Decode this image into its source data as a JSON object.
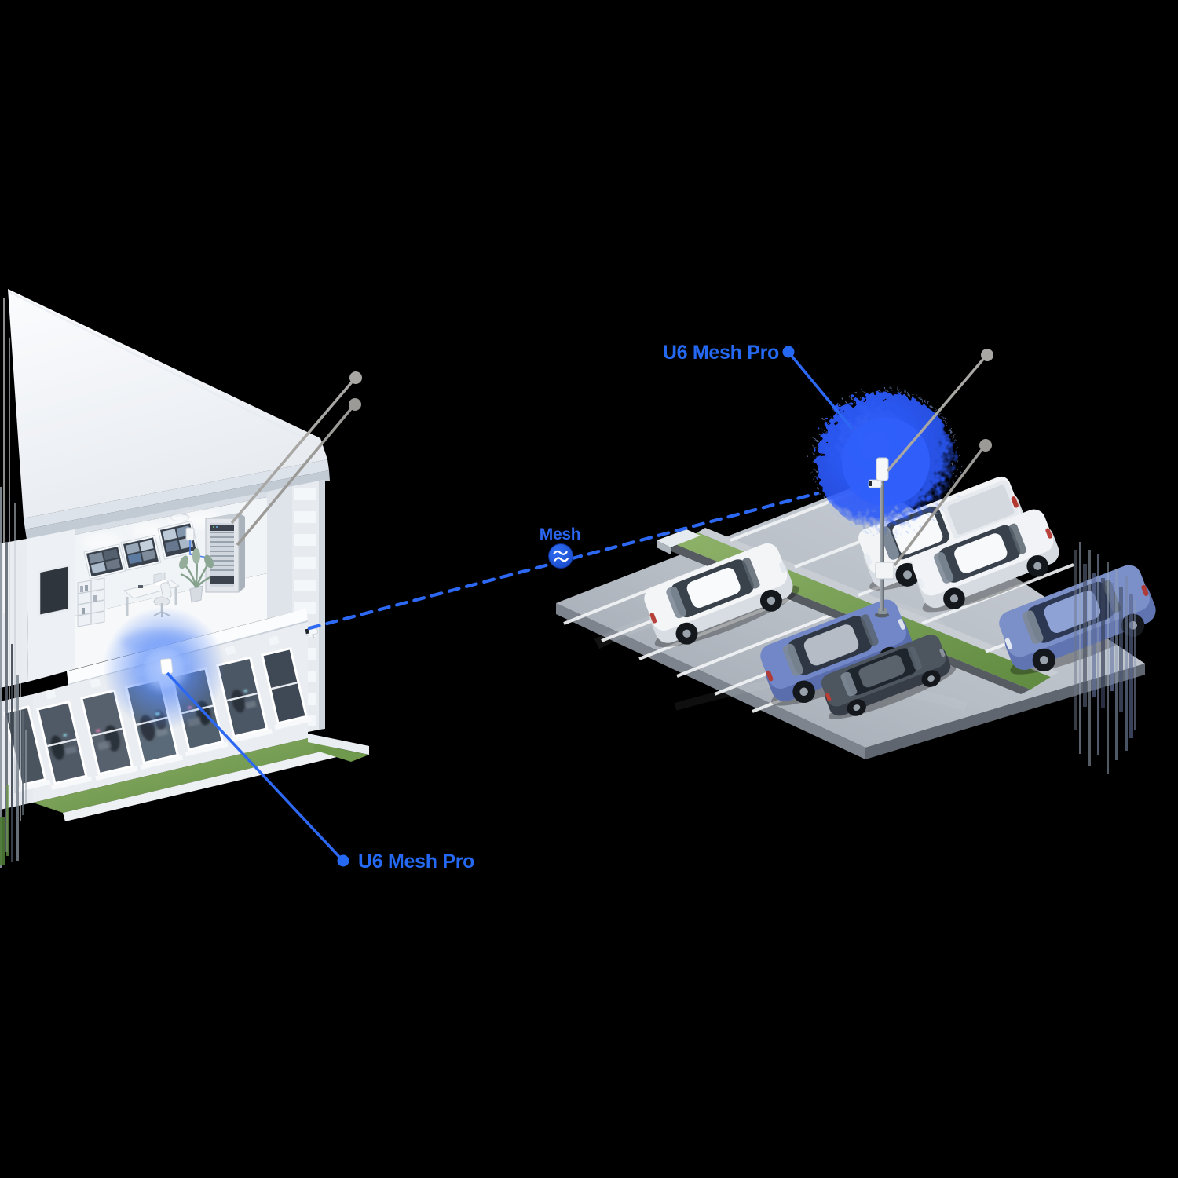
{
  "diagram": {
    "background": "#000000",
    "outdoor_callout": {
      "label": "U6 Mesh Pro"
    },
    "indoor_callout": {
      "label": "U6 Mesh Pro"
    },
    "mesh_link": {
      "label": "Mesh",
      "icon": "mesh-wave-icon"
    },
    "colors": {
      "label_blue": "#2569f2",
      "accent_blue": "#2c68f2",
      "coverage_blue": "#2b5bfa",
      "callout_gray": "#a8a7a4",
      "grass_green": "#6f9a4d",
      "pavement_gray": "#b7bdc5",
      "building_white": "#eef1f5",
      "car_periwinkle": "#7287c7",
      "car_white": "#f2f4f6",
      "car_gray": "#4a525c"
    }
  }
}
